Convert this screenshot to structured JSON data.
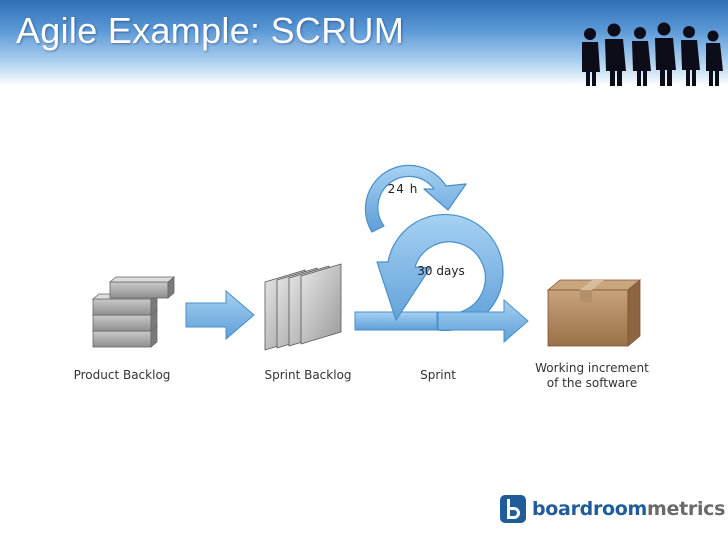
{
  "slide": {
    "title": "Agile Example: SCRUM"
  },
  "diagram": {
    "labels": {
      "product_backlog": "Product Backlog",
      "sprint_backlog": "Sprint Backlog",
      "sprint": "Sprint",
      "working_increment_line1": "Working increment",
      "working_increment_line2": "of the software",
      "daily_cycle": "24 h",
      "sprint_cycle": "30 days"
    }
  },
  "logo": {
    "brand_part1": "boardroom",
    "brand_part2": "metrics"
  },
  "colors": {
    "arrow_fill": "#7fb8e6",
    "arrow_stroke": "#4a8fc9",
    "title_text": "#ffffff",
    "box_brown": "#a9805a",
    "logo_blue": "#1f5c99"
  }
}
